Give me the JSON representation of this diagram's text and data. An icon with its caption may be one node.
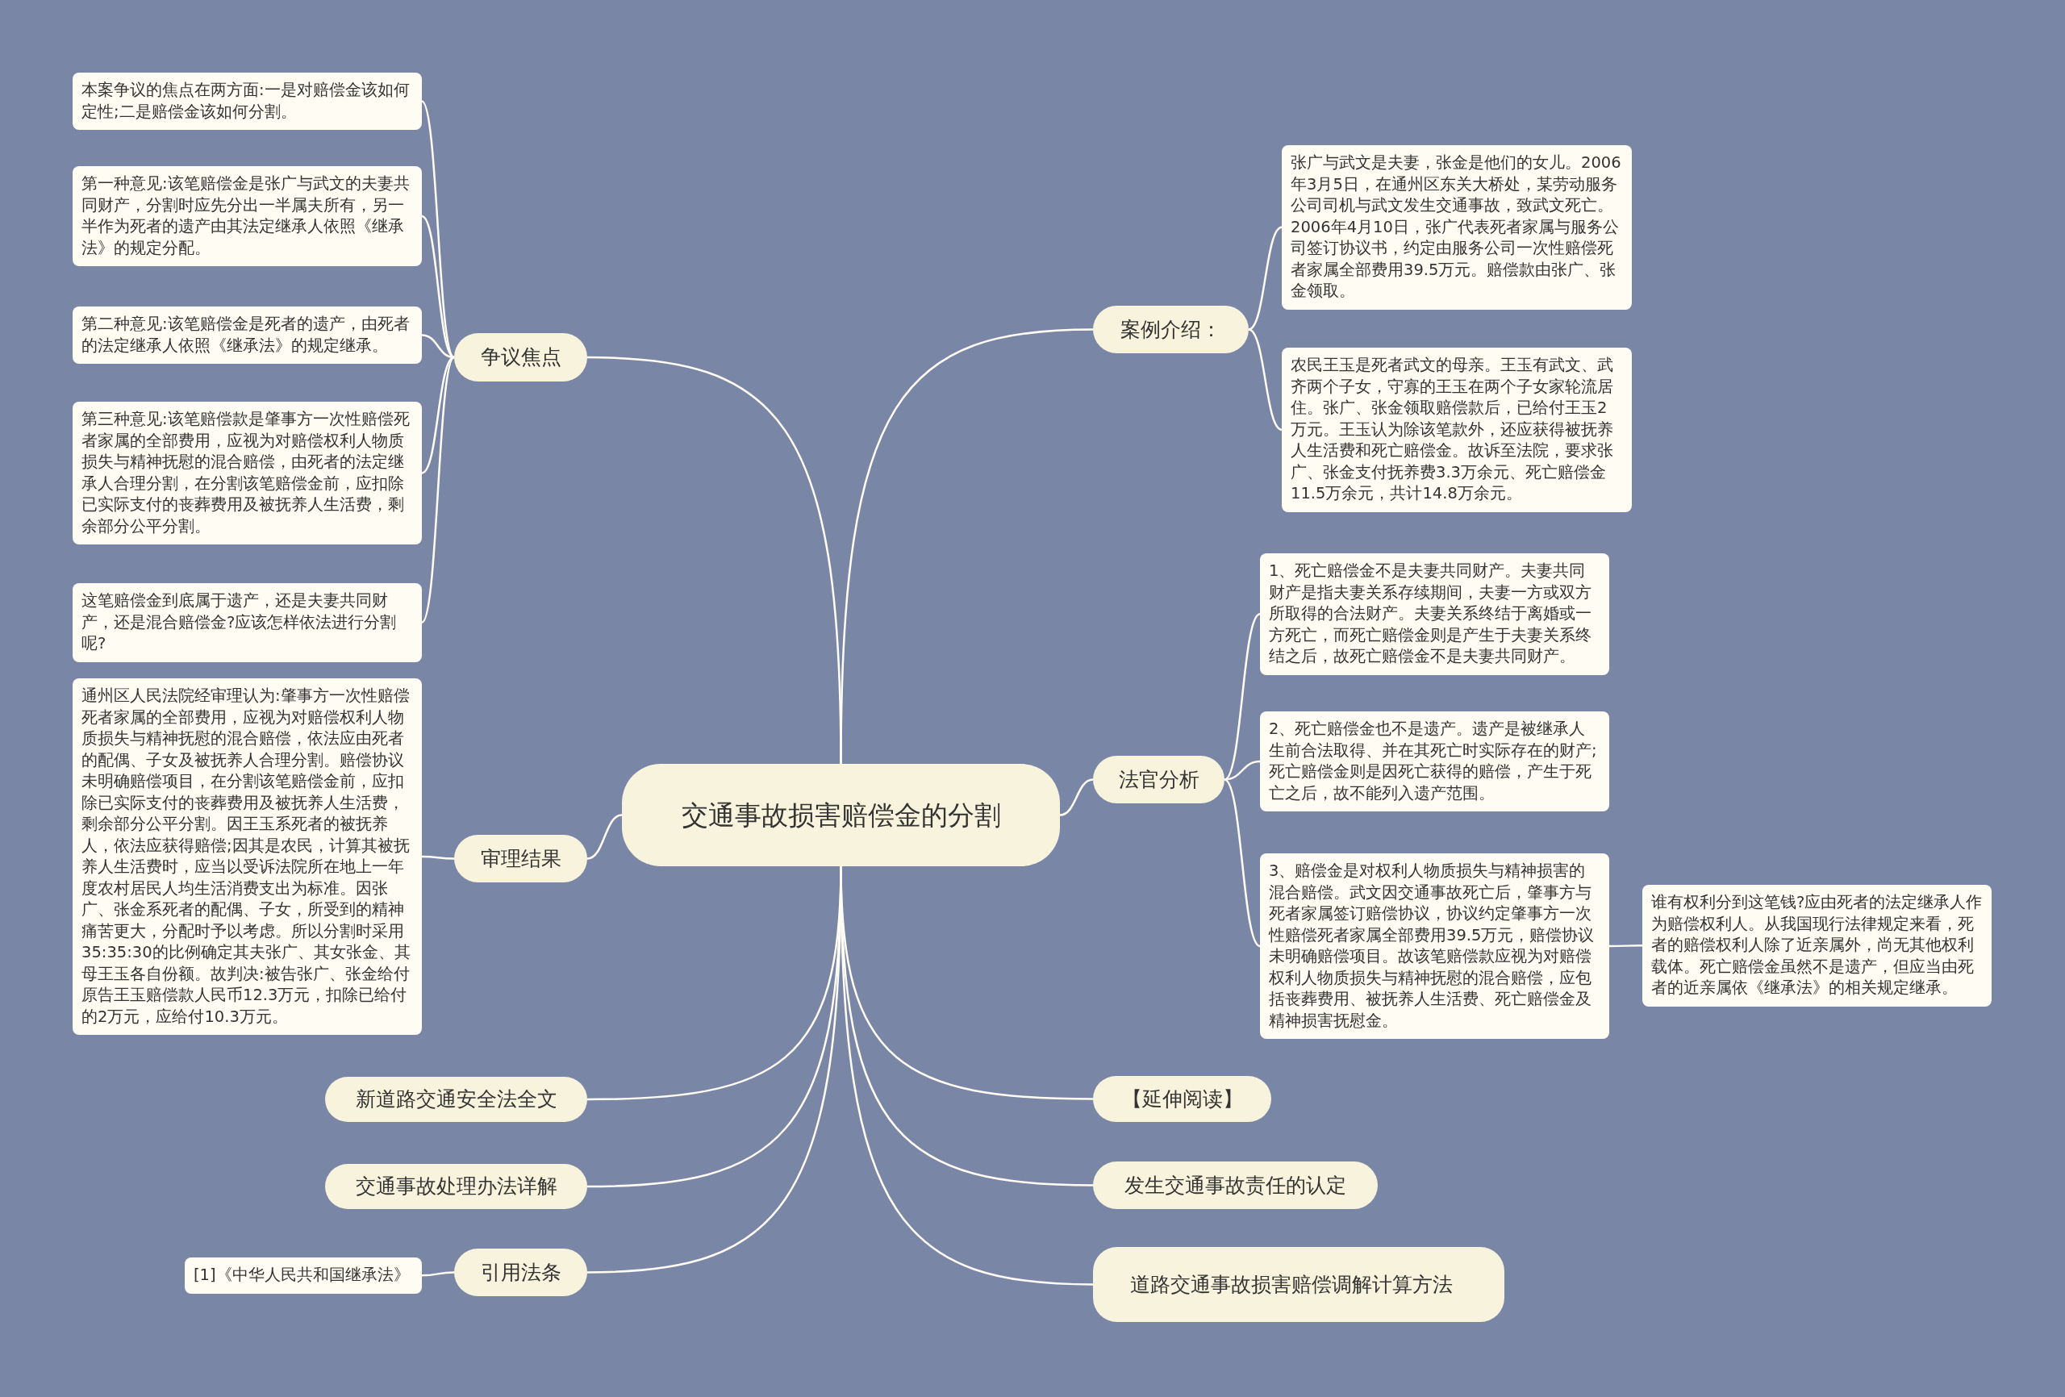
{
  "diagram": {
    "nodes": [
      {
        "text": [
          "交通事故损害赔偿金的分割"
        ]
      },
      {
        "text": [
          "争议焦点"
        ]
      },
      {
        "text": [
          "本案争议的焦点在两方面:一是对赔偿金该如何定性;二是赔偿金该如何分割。"
        ]
      },
      {
        "text": [
          "第一种意见:该笔赔偿金是张广与武文的夫妻共同财产，分割时应先分出一半属夫所有，另一半作为死者的遗产由其法定继承人依照《继承法》的规定分配。"
        ]
      },
      {
        "text": [
          "第二种意见:该笔赔偿金是死者的遗产，由死者的法定继承人依照《继承法》的规定继承。"
        ]
      },
      {
        "text": [
          "第三种意见:该笔赔偿款是肇事方一次性赔偿死者家属的全部费用，应视为对赔偿权利人物质损失与精神抚慰的混合赔偿，由死者的法定继承人合理分割，在分割该笔赔偿金前，应扣除已实际支付的丧葬费用及被抚养人生活费，剩余部分公平分割。"
        ]
      },
      {
        "text": [
          "这笔赔偿金到底属于遗产，还是夫妻共同财产，还是混合赔偿金?应该怎样依法进行分割呢?"
        ]
      },
      {
        "text": [
          "审理结果"
        ]
      },
      {
        "text": [
          "通州区人民法院经审理认为:肇事方一次性赔偿死者家属的全部费用，应视为对赔偿权利人物质损失与精神抚慰的混合赔偿，依法应由死者的配偶、子女及被抚养人合理分割。赔偿协议未明确赔偿项目，在分割该笔赔偿金前，应扣除已实际支付的丧葬费用及被抚养人生活费，剩余部分公平分割。因王玉系死者的被抚养人，依法应获得赔偿;因其是农民，计算其被抚养人生活费时，应当以受诉法院所在地上一年度农村居民人均生活消费支出为标准。因张广、张金系死者的配偶、子女，所受到的精神痛苦更大，分配时予以考虑。所以分割时采用35:35:30的比例确定其夫张广、其女张金、其母王玉各自份额。故判决:被告张广、张金给付原告王玉赔偿款人民币12.3万元，扣除已给付的2万元，应给付10.3万元。"
        ]
      },
      {
        "text": [
          "新道路交通安全法全文"
        ]
      },
      {
        "text": [
          "交通事故处理办法详解"
        ]
      },
      {
        "text": [
          "引用法条"
        ]
      },
      {
        "text": [
          "[1]《中华人民共和国继承法》"
        ]
      },
      {
        "text": [
          "案例介绍："
        ]
      },
      {
        "text": [
          "张广与武文是夫妻，张金是他们的女儿。2006年3月5日，在通州区东关大桥处，某劳动服务公司司机与武文发生交通事故，致武文死亡。2006年4月10日，张广代表死者家属与服务公司签订协议书，约定由服务公司一次性赔偿死者家属全部费用39.5万元。赔偿款由张广、张金领取。"
        ]
      },
      {
        "text": [
          "农民王玉是死者武文的母亲。王玉有武文、武齐两个子女，守寡的王玉在两个子女家轮流居住。张广、张金领取赔偿款后，已给付王玉2万元。王玉认为除该笔款外，还应获得被抚养人生活费和死亡赔偿金。故诉至法院，要求张广、张金支付抚养费3.3万余元、死亡赔偿金11.5万余元，共计14.8万余元。"
        ]
      },
      {
        "text": [
          "法官分析"
        ]
      },
      {
        "text": [
          "1、死亡赔偿金不是夫妻共同财产。夫妻共同财产是指夫妻关系存续期间，夫妻一方或双方所取得的合法财产。夫妻关系终结于离婚或一方死亡，而死亡赔偿金则是产生于夫妻关系终结之后，故死亡赔偿金不是夫妻共同财产。"
        ]
      },
      {
        "text": [
          "2、死亡赔偿金也不是遗产。遗产是被继承人生前合法取得、并在其死亡时实际存在的财产;死亡赔偿金则是因死亡获得的赔偿，产生于死亡之后，故不能列入遗产范围。"
        ]
      },
      {
        "text": [
          "3、赔偿金是对权利人物质损失与精神损害的混合赔偿。武文因交通事故死亡后，肇事方与死者家属签订赔偿协议，协议约定肇事方一次性赔偿死者家属全部费用39.5万元，赔偿协议未明确赔偿项目。故该笔赔偿款应视为对赔偿权利人物质损失与精神抚慰的混合赔偿，应包括丧葬费用、被抚养人生活费、死亡赔偿金及精神损害抚慰金。"
        ]
      },
      {
        "text": [
          "谁有权利分到这笔钱?应由死者的法定继承人作为赔偿权利人。从我国现行法律规定来看，死者的赔偿权利人除了近亲属外，尚无其他权利载体。死亡赔偿金虽然不是遗产，但应当由死者的近亲属依《继承法》的相关规定继承。"
        ]
      },
      {
        "text": [
          "【延伸阅读】"
        ]
      },
      {
        "text": [
          "发生交通事故责任的认定"
        ]
      },
      {
        "text": [
          "道路交通事故损害赔偿调解计算方法"
        ]
      }
    ],
    "edges": [
      {
        "from": 0,
        "to": 1,
        "arrow": "none"
      },
      {
        "from": 1,
        "to": 2,
        "arrow": "none"
      },
      {
        "from": 1,
        "to": 3,
        "arrow": "none"
      },
      {
        "from": 1,
        "to": 4,
        "arrow": "none"
      },
      {
        "from": 1,
        "to": 5,
        "arrow": "none"
      },
      {
        "from": 1,
        "to": 6,
        "arrow": "none"
      },
      {
        "from": 0,
        "to": 7,
        "arrow": "none"
      },
      {
        "from": 7,
        "to": 8,
        "arrow": "none"
      },
      {
        "from": 0,
        "to": 9,
        "arrow": "none"
      },
      {
        "from": 0,
        "to": 10,
        "arrow": "none"
      },
      {
        "from": 0,
        "to": 11,
        "arrow": "none"
      },
      {
        "from": 11,
        "to": 12,
        "arrow": "none"
      },
      {
        "from": 0,
        "to": 13,
        "arrow": "none"
      },
      {
        "from": 13,
        "to": 14,
        "arrow": "none"
      },
      {
        "from": 13,
        "to": 15,
        "arrow": "none"
      },
      {
        "from": 0,
        "to": 16,
        "arrow": "none"
      },
      {
        "from": 16,
        "to": 17,
        "arrow": "none"
      },
      {
        "from": 16,
        "to": 18,
        "arrow": "none"
      },
      {
        "from": 16,
        "to": 19,
        "arrow": "none"
      },
      {
        "from": 19,
        "to": 20,
        "arrow": "none"
      },
      {
        "from": 0,
        "to": 21,
        "arrow": "none"
      },
      {
        "from": 0,
        "to": 22,
        "arrow": "none"
      },
      {
        "from": 0,
        "to": 23,
        "arrow": "none"
      }
    ]
  }
}
